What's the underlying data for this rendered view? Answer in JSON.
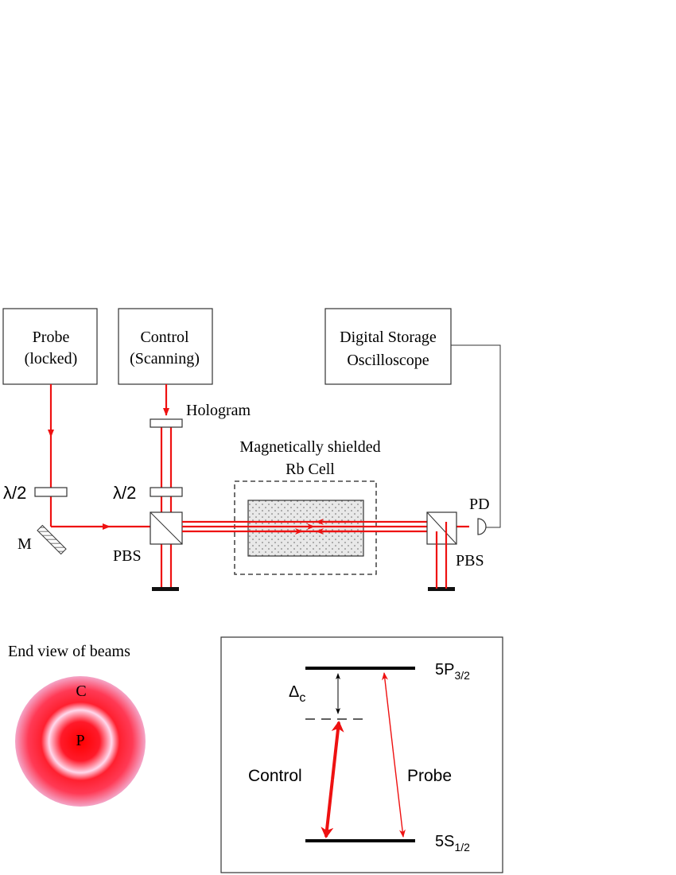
{
  "colors": {
    "beam": "#ee1111",
    "line": "#333333",
    "level": "#000000",
    "ring_outer": "#f4a6c8",
    "ring_core": "#ff0000"
  },
  "sources": {
    "probe_line1": "Probe",
    "probe_line2": "(locked)",
    "control_line1": "Control",
    "control_line2": "(Scanning)"
  },
  "oscilloscope": {
    "line1": "Digital Storage",
    "line2": "Oscilloscope"
  },
  "components": {
    "hologram": "Hologram",
    "halfwave_left": "λ/2",
    "halfwave_mid": "λ/2",
    "mirror": "M",
    "pbs_left": "PBS",
    "pbs_right": "PBS",
    "photodiode": "PD"
  },
  "cell": {
    "line1": "Magnetically shielded",
    "line2": "Rb Cell"
  },
  "end_view": {
    "title": "End view of beams",
    "control_label": "C",
    "probe_label": "P"
  },
  "levels": {
    "upper_base": "5P",
    "upper_sub": "3/2",
    "lower_base": "5S",
    "lower_sub": "1/2",
    "detuning_base": "Δ",
    "detuning_sub": "c",
    "control_label": "Control",
    "probe_label": "Probe"
  }
}
